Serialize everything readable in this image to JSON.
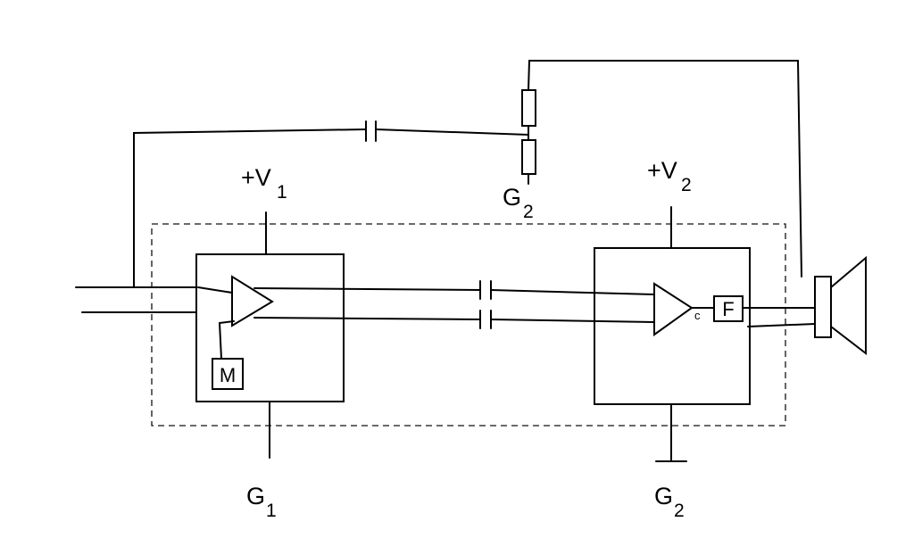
{
  "labels": {
    "v1_main": "+V",
    "v1_sub": "1",
    "v2_main": "+V",
    "v2_sub": "2",
    "g2_top_main": "G",
    "g2_top_sub": "2",
    "g1_main": "G",
    "g1_sub": "1",
    "g2_bottom_main": "G",
    "g2_bottom_sub": "2",
    "motor_letter": "M",
    "filter_letter": "F",
    "c_label": "c"
  }
}
